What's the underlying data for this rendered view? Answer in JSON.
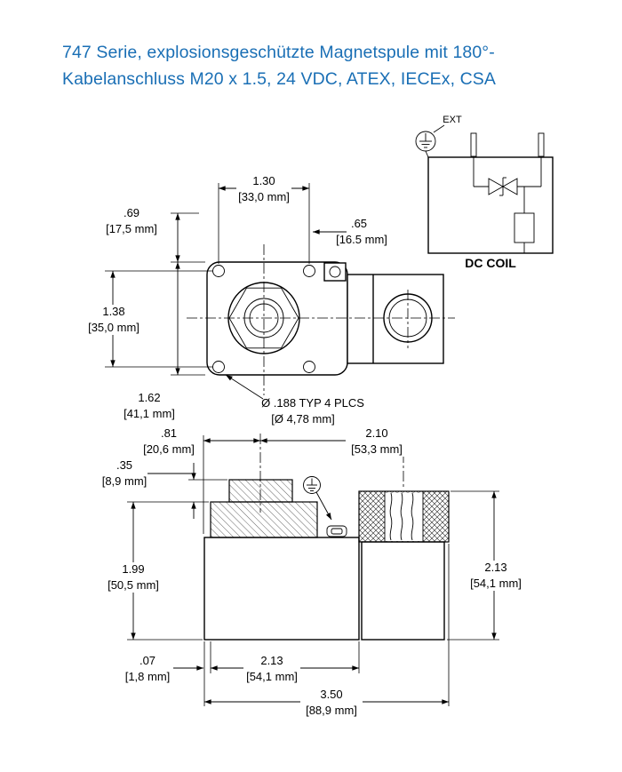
{
  "title": {
    "line1": "747 Serie, explosionsgeschützte Magnetspule mit 180°-",
    "line2": "Kabelanschluss M20 x 1.5, 24 VDC, ATEX, IECEx, CSA"
  },
  "colors": {
    "title_blue": "#1a6fb5",
    "drawing_line": "#000000",
    "background": "#ffffff"
  },
  "circuit": {
    "ext_label": "EXT",
    "caption": "DC COIL"
  },
  "top_view": {
    "width": {
      "in": "1.30",
      "mm": "[33,0 mm]"
    },
    "top_offset": {
      "in": ".69",
      "mm": "[17,5 mm]"
    },
    "center_to_edge": {
      "in": ".65",
      "mm": "[16.5 mm]"
    },
    "hole_spacing_v": {
      "in": "1.38",
      "mm": "[35,0 mm]"
    },
    "height": {
      "in": "1.62",
      "mm": "[41,1 mm]"
    },
    "hole_note": {
      "line1": "Ø .188 TYP 4 PLCS",
      "line2": "[Ø 4,78 mm]"
    }
  },
  "side_view": {
    "cap_offset": {
      "in": ".81",
      "mm": "[20,6 mm]"
    },
    "center_distance": {
      "in": "2.10",
      "mm": "[53,3 mm]"
    },
    "cap_height": {
      "in": ".35",
      "mm": "[8,9 mm]"
    },
    "coil_height": {
      "in": "1.99",
      "mm": "[50,5 mm]"
    },
    "gland_height": {
      "in": "2.13",
      "mm": "[54,1 mm]"
    },
    "base_step": {
      "in": ".07",
      "mm": "[1,8 mm]"
    },
    "coil_width": {
      "in": "2.13",
      "mm": "[54,1 mm]"
    },
    "total_width": {
      "in": "3.50",
      "mm": "[88,9 mm]"
    }
  }
}
